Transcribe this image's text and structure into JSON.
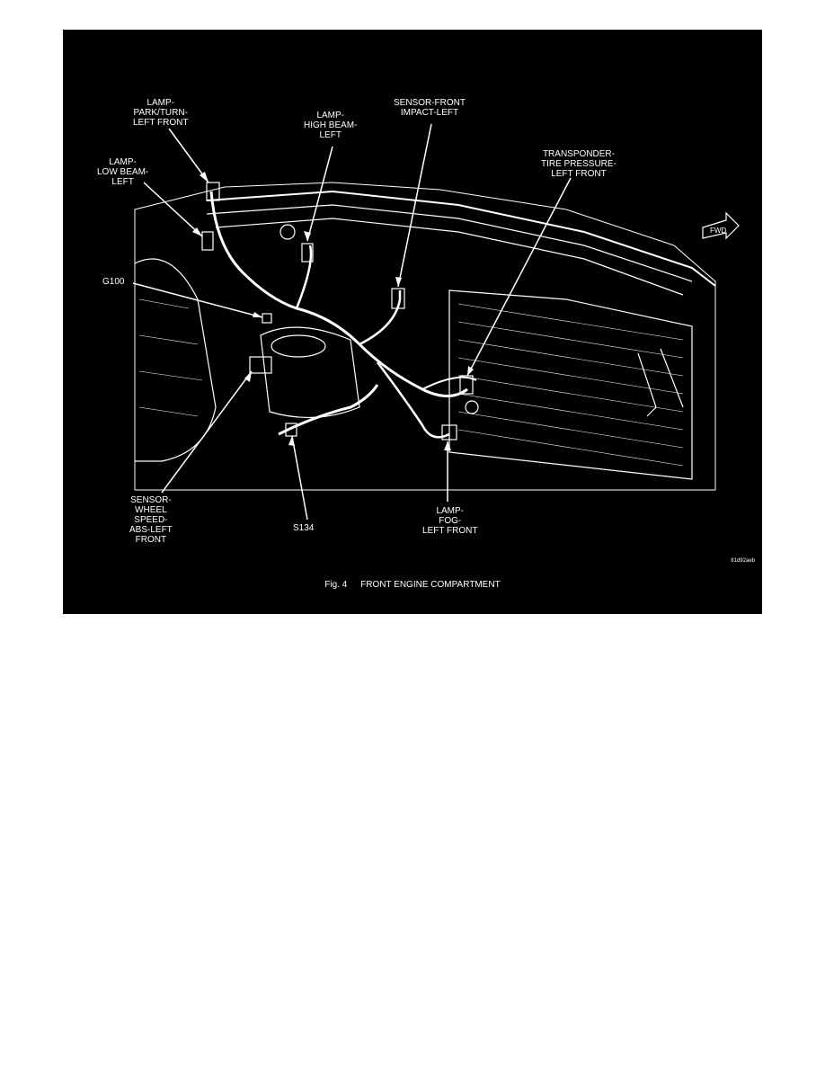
{
  "figure": {
    "caption_number": "Fig. 4",
    "caption_title": "FRONT ENGINE COMPARTMENT",
    "image_code": "81d92aeb",
    "fwd_marker": "FWD",
    "callouts": [
      {
        "id": "lamp-park-turn",
        "text": "LAMP-\nPARK/TURN-\nLEFT FRONT"
      },
      {
        "id": "lamp-high-beam",
        "text": "LAMP-\nHIGH BEAM-\nLEFT"
      },
      {
        "id": "sensor-front-impact",
        "text": "SENSOR-FRONT\nIMPACT-LEFT"
      },
      {
        "id": "lamp-low-beam",
        "text": "LAMP-\nLOW BEAM-\nLEFT"
      },
      {
        "id": "transponder-tire",
        "text": "TRANSPONDER-\nTIRE PRESSURE-\nLEFT FRONT"
      },
      {
        "id": "g100",
        "text": "G100"
      },
      {
        "id": "sensor-wheel-speed",
        "text": "SENSOR-\nWHEEL\nSPEED-\nABS-LEFT\nFRONT"
      },
      {
        "id": "s134",
        "text": "S134"
      },
      {
        "id": "lamp-fog",
        "text": "LAMP-\nFOG-\nLEFT FRONT"
      }
    ]
  }
}
